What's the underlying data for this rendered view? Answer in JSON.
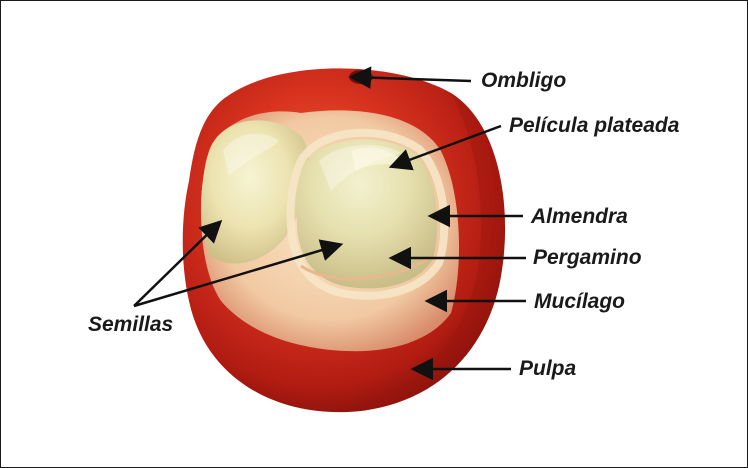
{
  "labels": {
    "ombligo": "Ombligo",
    "pelicula": "Película plateada",
    "almendra": "Almendra",
    "pergamino": "Pergamino",
    "mucilago": "Mucílago",
    "pulpa": "Pulpa",
    "semillas": "Semillas"
  },
  "colors": {
    "pulp_red": "#c8281c",
    "pulp_dark": "#8e120c",
    "seed_cream": "#efe8b8",
    "arrow": "#111111",
    "text": "#1a1a1a"
  }
}
